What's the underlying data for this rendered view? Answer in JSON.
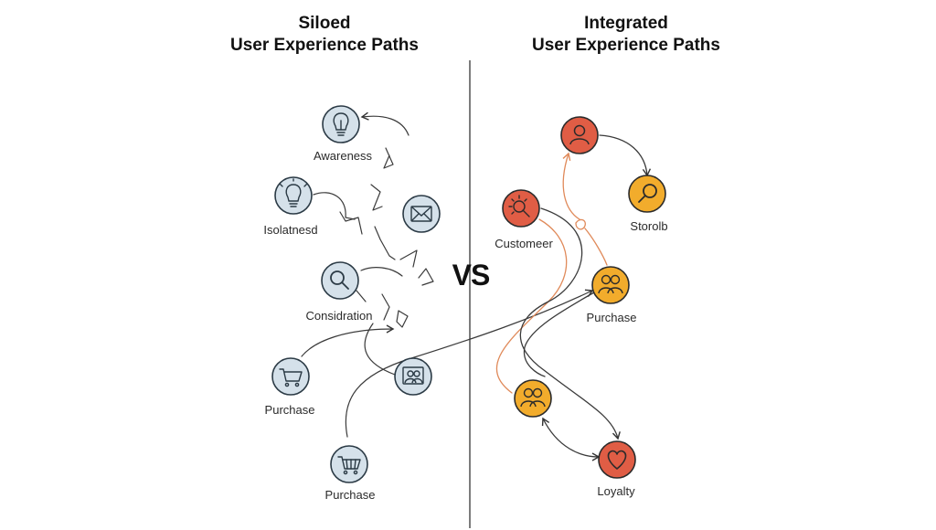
{
  "left_panel": {
    "title_line1": "Siloed",
    "title_line2": "User Experience Paths",
    "nodes": [
      {
        "label": "Awareness",
        "icon": "lightbulb-icon"
      },
      {
        "label": "Isolatnesd",
        "icon": "lightbulb-icon"
      },
      {
        "label": "",
        "icon": "envelope-icon"
      },
      {
        "label": "Considration",
        "icon": "magnifier-icon"
      },
      {
        "label": "Purchase",
        "icon": "cart-icon"
      },
      {
        "label": "",
        "icon": "people-screen-icon"
      },
      {
        "label": "Purchase",
        "icon": "cart-icon"
      }
    ]
  },
  "right_panel": {
    "title_line1": "Integrated",
    "title_line2": "User Experience Paths",
    "nodes": [
      {
        "label": "",
        "icon": "person-icon"
      },
      {
        "label": "Storolb",
        "icon": "magnifier-icon"
      },
      {
        "label": "Customeer",
        "icon": "sun-magnifier-icon"
      },
      {
        "label": "Purchase",
        "icon": "people-icon"
      },
      {
        "label": "",
        "icon": "people-icon"
      },
      {
        "label": "Loyalty",
        "icon": "heart-icon"
      }
    ]
  },
  "divider_label": "VS",
  "colors": {
    "silo_fill": "#d5e1ea",
    "silo_stroke": "#2b3a45",
    "red": "#e05d45",
    "orange": "#f2ac2c",
    "line_dark": "#3a3a3a",
    "line_orange": "#e08a5a"
  }
}
